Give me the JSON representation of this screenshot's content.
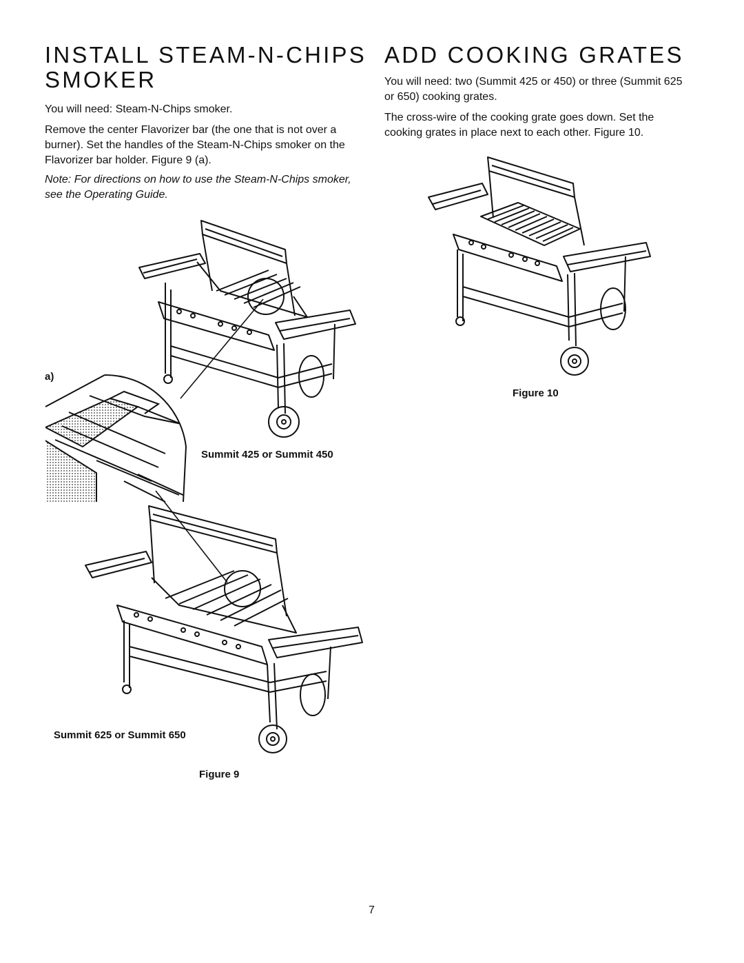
{
  "left": {
    "heading_line1": "INSTALL STEAM-N-CHIPS",
    "heading_line2": "SMOKER",
    "need": "You will need:  Steam-N-Chips smoker.",
    "body": "Remove the center Flavorizer bar (the one that is not over a burner). Set the handles of the Steam-N-Chips smoker on the Flavorizer bar holder. Figure 9 (a).",
    "note": "Note:  For directions on how to use the Steam-N-Chips smoker, see the Operating Guide.",
    "detail_label": "a)",
    "caption_small": "Summit 425 or Summit 450",
    "caption_large": "Summit 625 or Summit 650",
    "figure_label": "Figure 9"
  },
  "right": {
    "heading": "ADD COOKING GRATES",
    "need": "You will need:  two (Summit 425 or 450) or three (Summit 625 or 650) cooking grates.",
    "body": "The cross-wire of the cooking grate goes down. Set the cooking grates in place next to each other. Figure 10.",
    "figure_label": "Figure 10"
  },
  "page_number": "7"
}
